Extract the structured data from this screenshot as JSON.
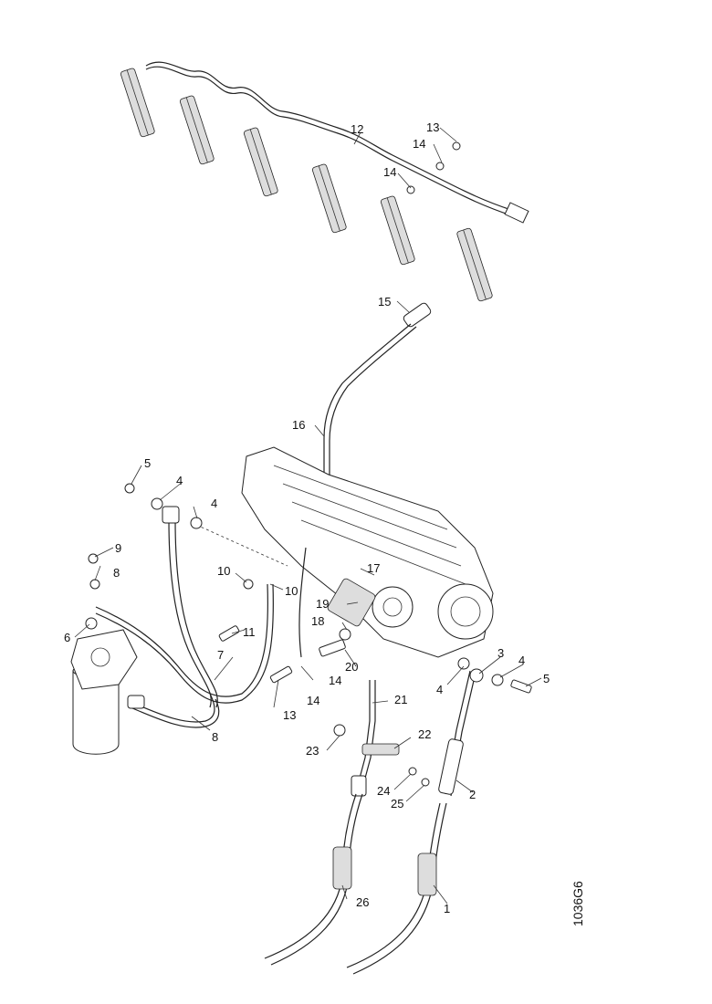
{
  "figure_ref": "1036G6",
  "callouts": [
    "1",
    "2",
    "3",
    "4",
    "5",
    "6",
    "7",
    "8",
    "9",
    "10",
    "11",
    "12",
    "13",
    "14",
    "15",
    "16",
    "17",
    "18",
    "19",
    "20",
    "21",
    "22",
    "23",
    "24",
    "25",
    "26"
  ]
}
